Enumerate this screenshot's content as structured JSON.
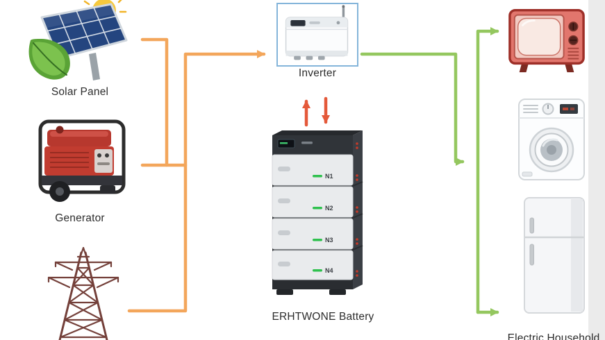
{
  "diagram": {
    "type": "solar-energy-storage-system-flow",
    "nodes": {
      "solar_panel": {
        "label": "Solar Panel"
      },
      "generator": {
        "label": "Generator"
      },
      "power_grid": {
        "label": ""
      },
      "inverter": {
        "label": "Inverter"
      },
      "battery": {
        "label": "ERHTWONE Battery",
        "modules": [
          "N1",
          "N2",
          "N3",
          "N4"
        ]
      },
      "loads": {
        "partial_label": "Electric Household"
      }
    },
    "icons": {
      "solar_panel": "solar-panel-icon",
      "generator": "generator-icon",
      "power_grid": "transmission-tower-icon",
      "inverter": "inverter-icon",
      "battery": "battery-tower-icon",
      "tv": "television-icon",
      "washing_machine": "washing-machine-icon",
      "refrigerator": "refrigerator-icon"
    },
    "colors": {
      "source_wire": "#f3a65b",
      "battery_wire": "#e4593a",
      "load_wire": "#94c75f",
      "inverter_frame": "#84b5da"
    }
  }
}
